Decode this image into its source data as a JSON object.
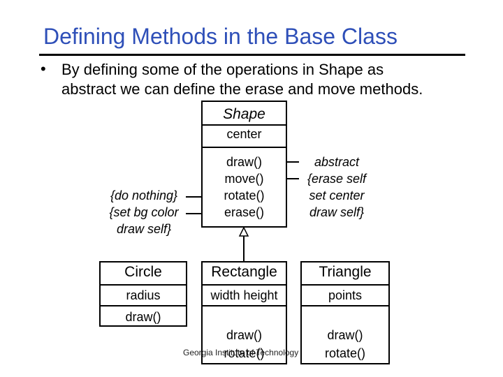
{
  "slide": {
    "title": "Defining Methods in the Base Class",
    "bullet_line1": "By defining some of the operations in Shape as",
    "bullet_line2": "abstract we can define the erase and move methods.",
    "footer": "Georgia Institute of Technology"
  },
  "shape": {
    "name": "Shape",
    "attribute": "center",
    "methods": [
      "draw()",
      "move()",
      "rotate()",
      "erase()"
    ]
  },
  "notes": {
    "left": [
      "{do nothing}",
      "{set bg color",
      "draw self}"
    ],
    "right": [
      "abstract",
      "{erase self",
      "set center",
      "draw self}"
    ]
  },
  "circle": {
    "name": "Circle",
    "attribute": "radius",
    "methods": [
      "draw()"
    ]
  },
  "rectangle": {
    "name": "Rectangle",
    "attribute": "width height",
    "methods": [
      "draw()",
      "rotate()"
    ]
  },
  "triangle": {
    "name": "Triangle",
    "attribute": "points",
    "methods": [
      "draw()",
      "rotate()"
    ]
  }
}
